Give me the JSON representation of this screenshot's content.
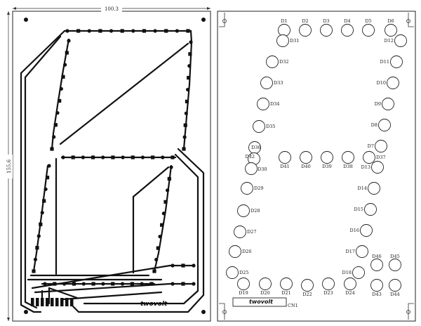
{
  "dimensions": {
    "width_label": "100.3",
    "height_label": "155.6"
  },
  "brand": {
    "pcb_logo": "twovolt",
    "overlay_logo": "twovolt"
  },
  "connector_label": "CN1",
  "leds": {
    "top_row": [
      "D1",
      "D2",
      "D3",
      "D4",
      "D5",
      "D6"
    ],
    "left_upper": [
      "D31",
      "D32",
      "D33",
      "D34",
      "D35",
      "D36"
    ],
    "right_upper": [
      "D12",
      "D11",
      "D10",
      "D9",
      "D8",
      "D7"
    ],
    "middle_row": [
      "D42",
      "D41",
      "D40",
      "D39",
      "D38",
      "D37"
    ],
    "left_lower": [
      "D30",
      "D29",
      "D28",
      "D27",
      "D26",
      "D25"
    ],
    "right_lower": [
      "D13",
      "D14",
      "D15",
      "D16",
      "D17",
      "D18"
    ],
    "bottom_row": [
      "D19",
      "D20",
      "D21",
      "D22",
      "D23",
      "D24"
    ],
    "decimal_point": [
      "D46",
      "D45",
      "D43",
      "D44"
    ]
  }
}
